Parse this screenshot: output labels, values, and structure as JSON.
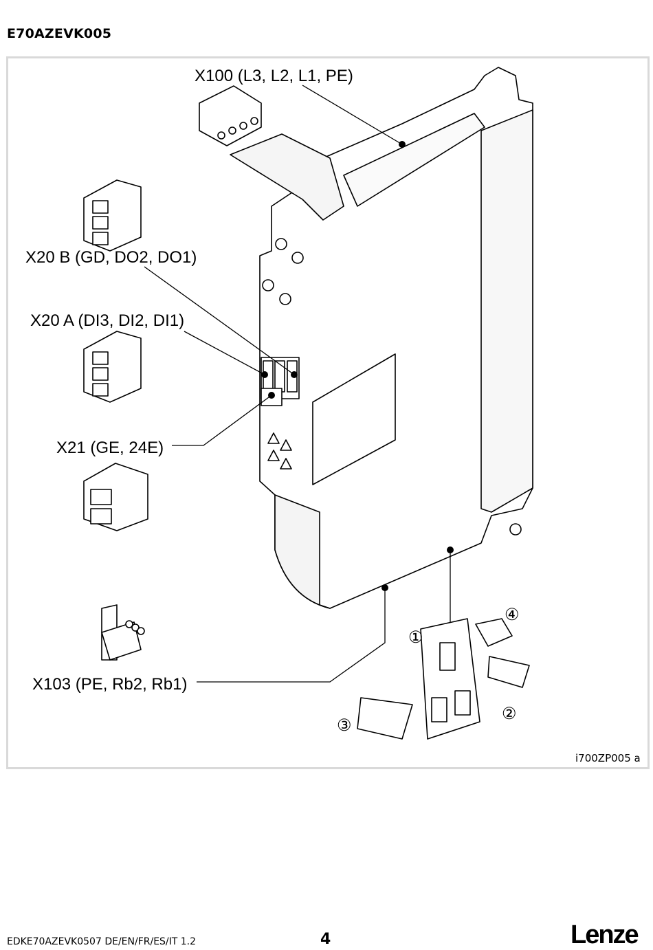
{
  "doc_title": "E70AZEVK005",
  "callouts": {
    "x100": "X100 (L3, L2, L1, PE)",
    "x20b": "X20 B (GD, DO2, DO1)",
    "x20a": "X20 A (DI3, DI2, DI1)",
    "x21": "X21 (GE, 24E)",
    "x103": "X103 (PE, Rb2, Rb1)"
  },
  "item_numbers": {
    "n1": "①",
    "n2": "②",
    "n3": "③",
    "n4": "④"
  },
  "figure_id": "i700ZP005 a",
  "footer": {
    "doc_code": "EDKE70AZEVK0507  DE/EN/FR/ES/IT  1.2",
    "page_number": "4",
    "brand_logo": "Lenze"
  }
}
